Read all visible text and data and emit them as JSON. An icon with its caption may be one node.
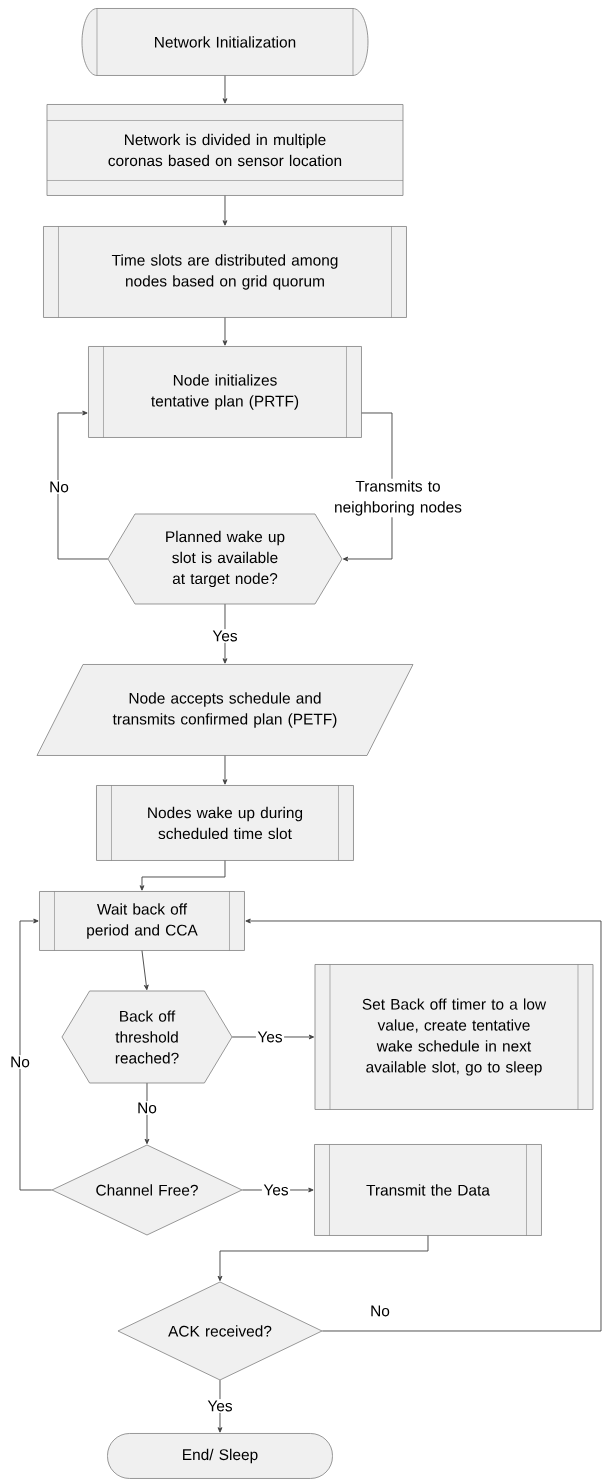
{
  "diagram": {
    "nodes": [
      {
        "text": [
          "Network Initialization"
        ]
      },
      {
        "text": [
          "Network is divided in multiple coronas based on sensor location"
        ]
      },
      {
        "text": [
          "Time slots are distributed among nodes based on grid quorum"
        ]
      },
      {
        "text": [
          "Node initializes tentative plan (PRTF)"
        ]
      },
      {
        "text": [
          "Planned wake up slot is available at target node?"
        ]
      },
      {
        "text": [
          "Node accepts schedule and transmits confirmed plan (PETF)"
        ]
      },
      {
        "text": [
          "Nodes wake up during scheduled time slot"
        ]
      },
      {
        "text": [
          "Wait back off period and CCA"
        ]
      },
      {
        "text": [
          "Back off threshold reached?"
        ]
      },
      {
        "text": [
          "Set Back off timer to a low value, create tentative wake schedule in next available slot, go to sleep"
        ]
      },
      {
        "text": [
          "Channel Free?"
        ]
      },
      {
        "text": [
          "Transmit the Data"
        ]
      },
      {
        "text": [
          "ACK received?"
        ]
      },
      {
        "text": [
          "End/ Sleep"
        ]
      }
    ],
    "edges": [
      {
        "from": 0,
        "to": 1,
        "arrow": "to"
      },
      {
        "from": 1,
        "to": 2,
        "arrow": "to"
      },
      {
        "from": 2,
        "to": 3,
        "arrow": "to"
      },
      {
        "from": 3,
        "to": 4,
        "arrow": "to",
        "label": "Transmits to neighboring nodes"
      },
      {
        "from": 4,
        "to": 3,
        "arrow": "to",
        "label": "No"
      },
      {
        "from": 4,
        "to": 5,
        "arrow": "to",
        "label": "Yes"
      },
      {
        "from": 5,
        "to": 6,
        "arrow": "to"
      },
      {
        "from": 6,
        "to": 7,
        "arrow": "to"
      },
      {
        "from": 7,
        "to": 8,
        "arrow": "to"
      },
      {
        "from": 8,
        "to": 9,
        "arrow": "to",
        "label": "Yes"
      },
      {
        "from": 8,
        "to": 10,
        "arrow": "to",
        "label": "No"
      },
      {
        "from": 10,
        "to": 7,
        "arrow": "to",
        "label": "No"
      },
      {
        "from": 10,
        "to": 11,
        "arrow": "to",
        "label": "Yes"
      },
      {
        "from": 11,
        "to": 12,
        "arrow": "to"
      },
      {
        "from": 12,
        "to": 7,
        "arrow": "to",
        "label": "No"
      },
      {
        "from": 12,
        "to": 13,
        "arrow": "to",
        "label": "Yes"
      }
    ]
  }
}
